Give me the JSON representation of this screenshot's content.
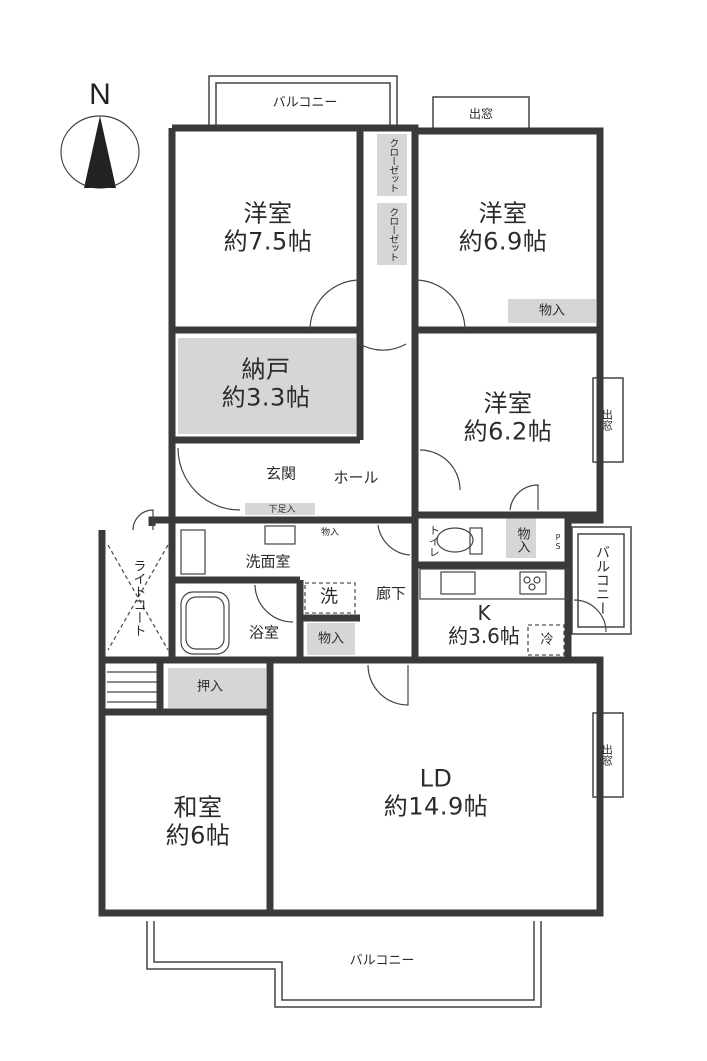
{
  "compass": {
    "label": "N"
  },
  "rooms": {
    "western_1": {
      "name": "洋室",
      "size": "約7.5帖"
    },
    "western_2": {
      "name": "洋室",
      "size": "約6.9帖"
    },
    "western_3": {
      "name": "洋室",
      "size": "約6.2帖"
    },
    "storage_room": {
      "name": "納戸",
      "size": "約3.3帖"
    },
    "entrance": {
      "name": "玄関"
    },
    "shoe_storage": {
      "name": "下足入"
    },
    "hall": {
      "name": "ホール"
    },
    "washroom": {
      "name": "洗面室"
    },
    "laundry": {
      "name": "洗"
    },
    "bathroom": {
      "name": "浴室"
    },
    "corridor": {
      "name": "廊下"
    },
    "toilet": {
      "name": "トイレ"
    },
    "kitchen": {
      "name": "K",
      "size": "約3.6帖"
    },
    "fridge": {
      "name": "冷"
    },
    "pipe_space": {
      "name": "PS"
    },
    "light_court": {
      "name": "ライトコート"
    },
    "japanese_room": {
      "name": "和室",
      "size": "約6帖"
    },
    "closet_japanese": {
      "name": "押入"
    },
    "living_dining": {
      "name": "LD",
      "size": "約14.9帖"
    }
  },
  "storage": {
    "closet_1": "クローゼット",
    "closet_2": "クローゼット",
    "monoire_bedroom": "物入",
    "monoire_toilet": "物入",
    "monoire_corridor": "物入",
    "monoire_washroom": "物入"
  },
  "balconies": {
    "north": "バルコニー",
    "east": "バルコニー",
    "south": "バルコニー"
  },
  "bay_windows": {
    "north": "出窓",
    "east_upper": "出窓",
    "east_lower": "出窓"
  },
  "colors": {
    "wall": "#3a3a3a",
    "storage_fill": "#d6d6d6",
    "line": "#444444",
    "background": "#ffffff"
  }
}
